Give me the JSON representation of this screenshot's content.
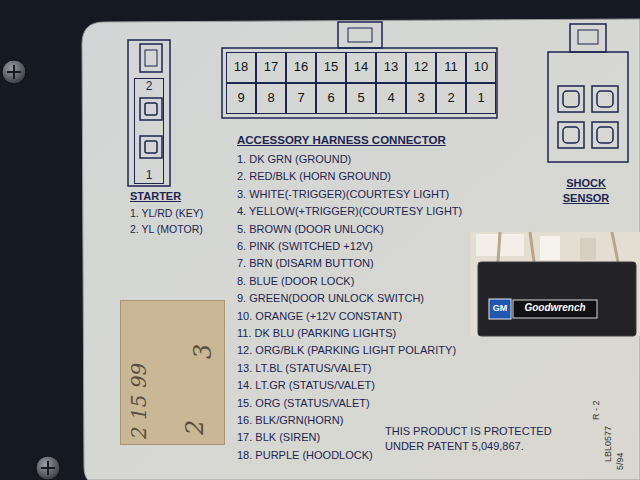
{
  "diagram": {
    "nodes": [
      {
        "text": [
          "2",
          "1"
        ]
      },
      {
        "text": [
          "18"
        ]
      },
      {
        "text": [
          "17"
        ]
      },
      {
        "text": [
          "16"
        ]
      },
      {
        "text": [
          "15"
        ]
      },
      {
        "text": [
          "14"
        ]
      },
      {
        "text": [
          "13"
        ]
      },
      {
        "text": [
          "12"
        ]
      },
      {
        "text": [
          "11"
        ]
      },
      {
        "text": [
          "10"
        ]
      },
      {
        "text": [
          "9"
        ]
      },
      {
        "text": [
          "8"
        ]
      },
      {
        "text": [
          "7"
        ]
      },
      {
        "text": [
          "6"
        ]
      },
      {
        "text": [
          "5"
        ]
      },
      {
        "text": [
          "4"
        ]
      },
      {
        "text": [
          "3"
        ]
      },
      {
        "text": [
          "2"
        ]
      },
      {
        "text": [
          "1"
        ]
      },
      {
        "text": [
          "2 15 99",
          "3",
          "2"
        ]
      }
    ],
    "labels": [
      "STARTER",
      "1. YL/RD (KEY)",
      "2. YL (MOTOR)",
      "ACCESSORY HARNESS CONNECTOR",
      "1. DK GRN (GROUND)",
      "2. RED/BLK (HORN GROUND)",
      "3. WHITE(-TRIGGER)(COURTESY LIGHT)",
      "4. YELLOW(+TRIGGER)(COURTESY LIGHT)",
      "5. BROWN (DOOR UNLOCK)",
      "6. PINK (SWITCHED +12V)",
      "7. BRN (DISARM BUTTON)",
      "8. BLUE (DOOR LOCK)",
      "9. GREEN(DOOR UNLOCK SWITCH)",
      "10. ORANGE (+12V CONSTANT)",
      "11. DK BLU (PARKING LIGHTS)",
      "12. ORG/BLK (PARKING LIGHT POLARITY)",
      "13. LT.BL (STATUS/VALET)",
      "14. LT.GR (STATUS/VALET)",
      "15. ORG (STATUS/VALET)",
      "16. BLK/GRN(HORN)",
      "17. BLK (SIREN)",
      "18. PURPLE (HOODLOCK)",
      "SHOCK SENSOR",
      "GM",
      "Goodwrench",
      "THIS PRODUCT IS PROTECTED UNDER PATENT 5,049,867.",
      "R - 2",
      "LBL0577",
      "5/94"
    ]
  }
}
